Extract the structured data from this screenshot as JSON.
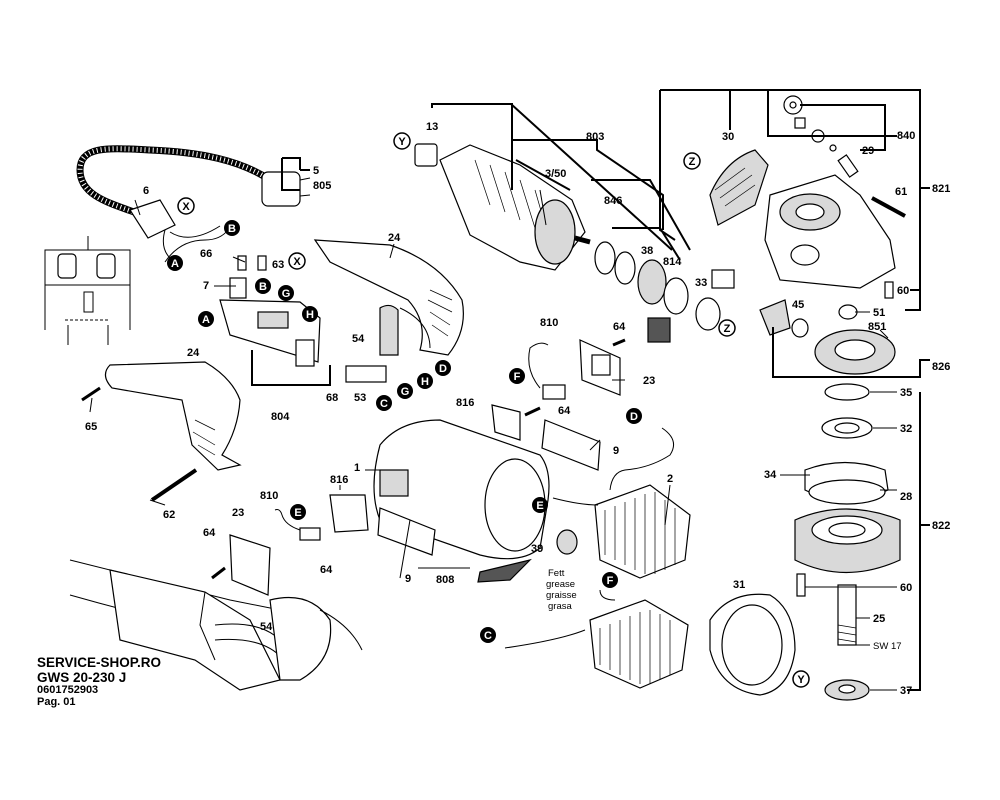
{
  "footer": {
    "shop": "SERVICE-SHOP.RO",
    "model": "GWS 20-230 J",
    "part_no": "0601752903",
    "page": "Pag. 01"
  },
  "grease_note": [
    "Fett",
    "grease",
    "graisse",
    "grasa"
  ],
  "labels": {
    "l13": "13",
    "l3_50": "3/50",
    "l803": "803",
    "l30": "30",
    "l840": "840",
    "l29": "29",
    "l821": "821",
    "l61": "61",
    "l60a": "60",
    "l51": "51",
    "l851": "851",
    "l45": "45",
    "l826": "826",
    "l35": "35",
    "l32": "32",
    "l34": "34",
    "l28": "28",
    "l822": "822",
    "l60b": "60",
    "l25": "25",
    "sw17": "SW 17",
    "l37": "37",
    "l31": "31",
    "l5": "5",
    "l805": "805",
    "l6": "6",
    "l66": "66",
    "l63": "63",
    "l7": "7",
    "l24a": "24",
    "l846": "846",
    "l38": "38",
    "l814": "814",
    "l33": "33",
    "l64a": "64",
    "l810a": "810",
    "l23a": "23",
    "l54a": "54",
    "l24b": "24",
    "l65": "65",
    "l804": "804",
    "l68": "68",
    "l53": "53",
    "l816a": "816",
    "l64b": "64",
    "l9a": "9",
    "l1": "1",
    "l2": "2",
    "l62": "62",
    "l810b": "810",
    "l816b": "816",
    "l23b": "23",
    "l64c": "64",
    "l64d": "64",
    "l9b": "9",
    "l808": "808",
    "l39": "39",
    "l54b": "54"
  },
  "markers": {
    "A": "A",
    "B": "B",
    "C": "C",
    "D": "D",
    "E": "E",
    "F": "F",
    "G": "G",
    "H": "H",
    "X": "X",
    "Y": "Y",
    "Z": "Z"
  }
}
